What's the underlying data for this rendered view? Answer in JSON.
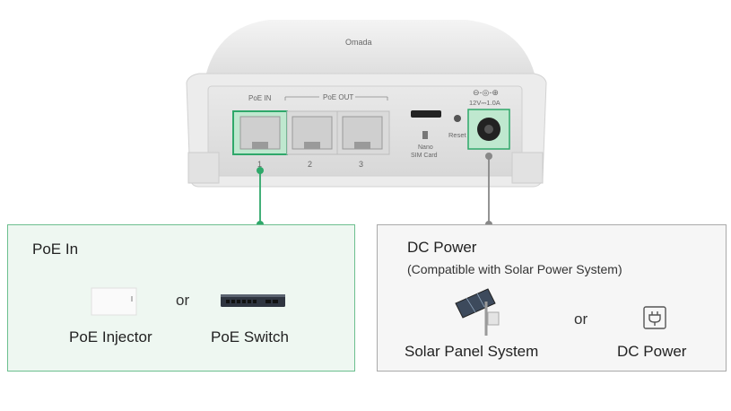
{
  "device": {
    "port_header_in": "PoE IN",
    "port_header_out": "PoE OUT",
    "port_numbers": [
      "1",
      "2",
      "3"
    ],
    "sim_label_line1": "Nano",
    "sim_label_line2": "SIM Card",
    "reset_label": "Reset",
    "dc_rating": "12V⎓1.0A",
    "brand": "Omada"
  },
  "poe_panel": {
    "title": "PoE In",
    "option_a": "PoE Injector",
    "or": "or",
    "option_b": "PoE Switch"
  },
  "dc_panel": {
    "title": "DC Power",
    "subtitle": "(Compatible with Solar Power System)",
    "option_a": "Solar Panel System",
    "or": "or",
    "option_b": "DC Power"
  },
  "colors": {
    "poe_accent": "#2fa86a",
    "dc_accent": "#888888"
  }
}
